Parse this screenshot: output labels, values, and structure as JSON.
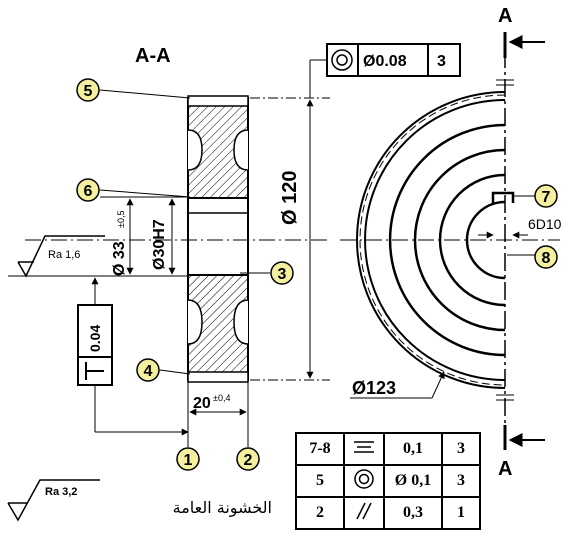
{
  "section_label": "A-A",
  "cut_labels": {
    "top": "A",
    "bottom": "A"
  },
  "dimensions": {
    "d120": "Ø 120",
    "d30h7": "Ø30H7",
    "d33": "Ø 33",
    "d33_tol": "±0,5",
    "width20": "20",
    "width20_tol": "±0,4",
    "d123": "Ø123",
    "keyway": "6D10"
  },
  "roughness": {
    "local": "Ra 1,6",
    "general": "Ra 3,2",
    "general_text": "الخشونة العامة"
  },
  "top_frame": {
    "value": "Ø0.08",
    "ref": "3"
  },
  "vertical_frame": {
    "value": "0.04"
  },
  "markers": [
    "1",
    "2",
    "3",
    "4",
    "5",
    "6",
    "7",
    "8"
  ],
  "tolerance_table": {
    "rows": [
      {
        "id": "7-8",
        "symbol": "symmetry-icon",
        "value": "0,1",
        "ref": "3"
      },
      {
        "id": "5",
        "symbol": "concentricity-icon",
        "value": "Ø 0,1",
        "ref": "3"
      },
      {
        "id": "2",
        "symbol": "parallelism-icon",
        "value": "0,3",
        "ref": "1"
      }
    ]
  },
  "colors": {
    "marker_fill": "#f5f0a0",
    "ink": "#000000"
  }
}
